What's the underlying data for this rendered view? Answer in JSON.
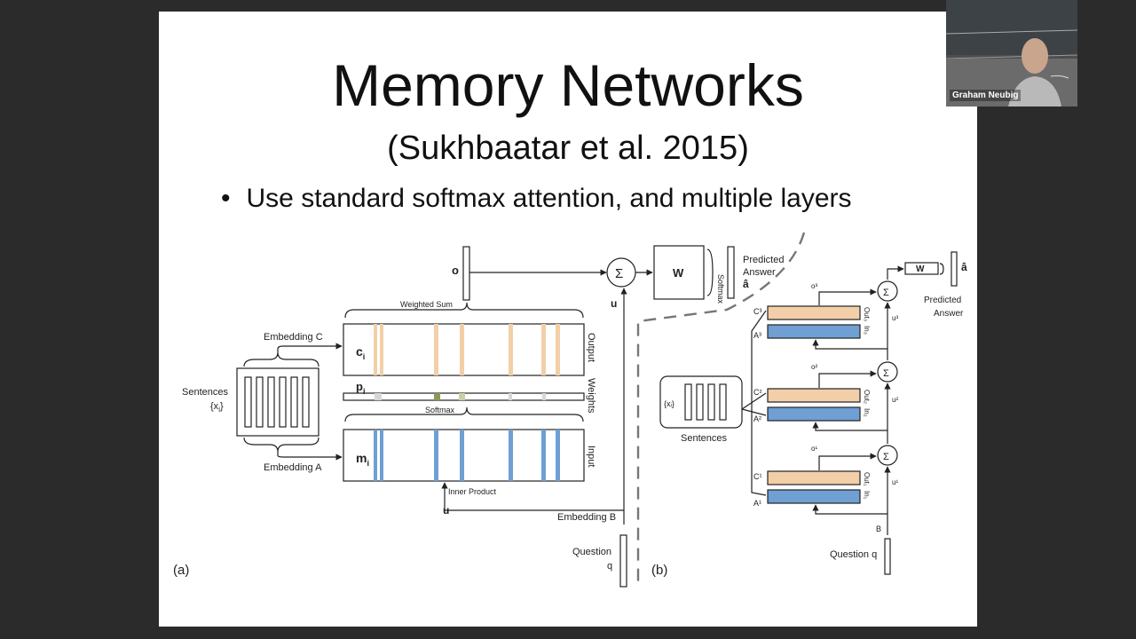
{
  "slide": {
    "title": "Memory Networks",
    "subtitle": "(Sukhbaatar et al. 2015)",
    "bullet": "Use standard softmax attention, and multiple layers"
  },
  "figure_a": {
    "o_label": "o",
    "sigma": "Σ",
    "w_label": "W",
    "softmax_rot": "Softmax",
    "predicted": "Predicted",
    "answer": "Answer",
    "a_hat": "â",
    "u_right": "u",
    "weighted_sum": "Weighted Sum",
    "embedding_c": "Embedding C",
    "c_i": "c",
    "c_sub": "i",
    "output": "Output",
    "p_i": "p",
    "p_sub": "i",
    "weights": "Weights",
    "softmax": "Softmax",
    "sentences": "Sentences",
    "x_i": "{x",
    "x_sub": "i",
    "x_close": "}",
    "m_i": "m",
    "m_sub": "i",
    "input": "Input",
    "embedding_a": "Embedding A",
    "inner_product": "Inner Product",
    "u_bottom": "u",
    "embedding_b": "Embedding B",
    "question": "Question",
    "q": "q",
    "panel": "(a)"
  },
  "figure_b": {
    "w_label": "W",
    "a_hat": "â",
    "predicted": "Predicted",
    "answer": "Answer",
    "o3": "o³",
    "c3": "C³",
    "a3": "A³",
    "out3": "Out₃",
    "in3": "In₃",
    "u3": "u³",
    "o2": "o²",
    "c2": "C²",
    "a2": "A²",
    "out2": "Out₂",
    "in2": "In₂",
    "u2": "u²",
    "o1": "o¹",
    "c1": "C¹",
    "a1": "A¹",
    "out1": "Out₁",
    "in1": "In₁",
    "u1": "u¹",
    "sigma": "Σ",
    "x_i": "{xᵢ}",
    "sentences": "Sentences",
    "b": "B",
    "question": "Question q",
    "panel": "(b)"
  },
  "video": {
    "name": "Graham Neubig"
  },
  "colors": {
    "orange": "#f2cfa8",
    "blue": "#6f9fd3",
    "olive": "#8a9a55",
    "bg": "#2b2b2b"
  }
}
